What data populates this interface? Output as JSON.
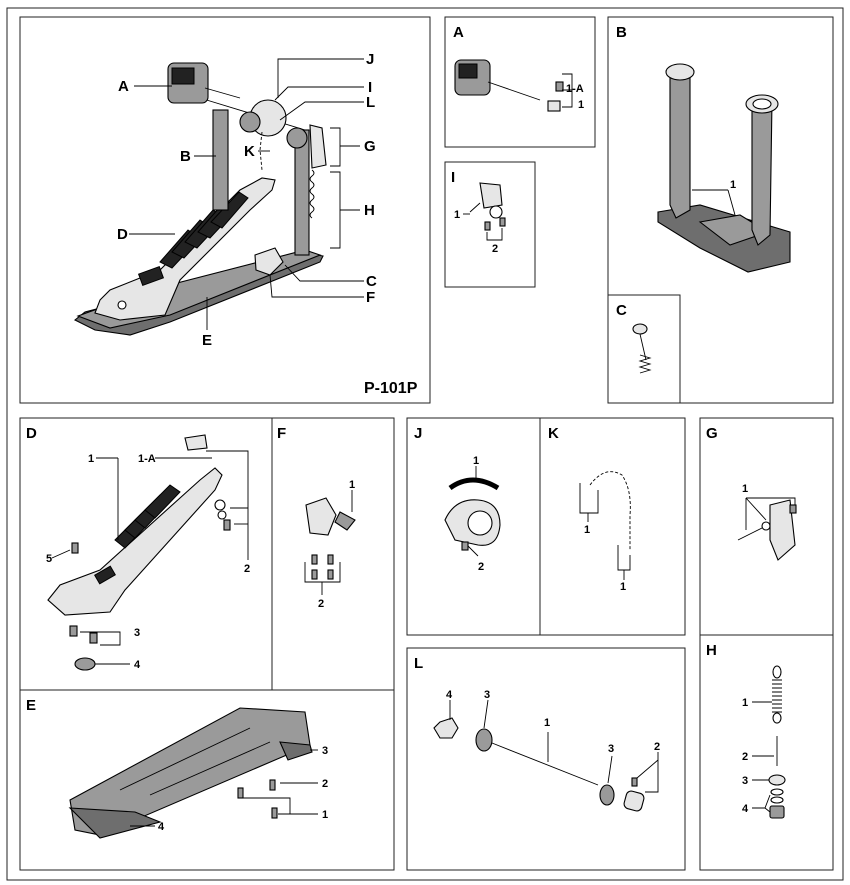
{
  "model_label": "P-101P",
  "main_callouts": {
    "A": "A",
    "B": "B",
    "D": "D",
    "E": "E",
    "J": "J",
    "I": "I",
    "L": "L",
    "K": "K",
    "G": "G",
    "H": "H",
    "C": "C",
    "F": "F"
  },
  "panels": {
    "A": {
      "title": "A",
      "labels": [
        "1-A",
        "1"
      ]
    },
    "I": {
      "title": "I",
      "labels": [
        "1",
        "2"
      ]
    },
    "B": {
      "title": "B",
      "labels": [
        "1"
      ]
    },
    "C": {
      "title": "C",
      "labels": []
    },
    "D": {
      "title": "D",
      "labels": [
        "1",
        "1-A",
        "2",
        "5",
        "3",
        "4"
      ]
    },
    "F": {
      "title": "F",
      "labels": [
        "1",
        "2"
      ]
    },
    "J": {
      "title": "J",
      "labels": [
        "1",
        "2"
      ]
    },
    "K": {
      "title": "K",
      "labels": [
        "1",
        "1"
      ]
    },
    "G": {
      "title": "G",
      "labels": [
        "1"
      ]
    },
    "E": {
      "title": "E",
      "labels": [
        "3",
        "2",
        "1",
        "4"
      ]
    },
    "L": {
      "title": "L",
      "labels": [
        "4",
        "3",
        "1",
        "3",
        "2"
      ]
    },
    "H": {
      "title": "H",
      "labels": [
        "1",
        "2",
        "3",
        "4"
      ]
    }
  }
}
